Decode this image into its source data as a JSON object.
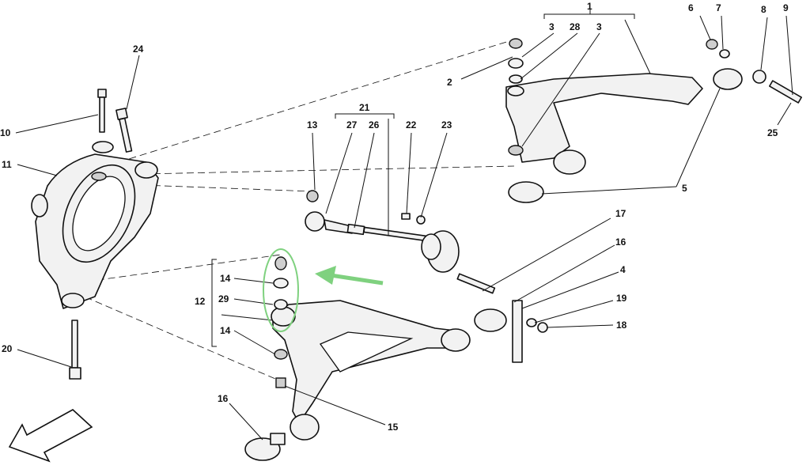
{
  "diagram": {
    "labels": {
      "l1": "1",
      "l2": "2",
      "l3a": "3",
      "l28": "28",
      "l3b": "3",
      "l6": "6",
      "l7": "7",
      "l8": "8",
      "l9": "9",
      "l25": "25",
      "l5": "5",
      "l10": "10",
      "l24": "24",
      "l11": "11",
      "l13": "13",
      "l21": "21",
      "l27": "27",
      "l26": "26",
      "l22": "22",
      "l23": "23",
      "l17": "17",
      "l16a": "16",
      "l4": "4",
      "l19": "19",
      "l18": "18",
      "l12": "12",
      "l14a": "14",
      "l29": "29",
      "l14b": "14",
      "l15": "15",
      "l16b": "16",
      "l20": "20"
    },
    "highlight_color": "#7fd17f"
  }
}
